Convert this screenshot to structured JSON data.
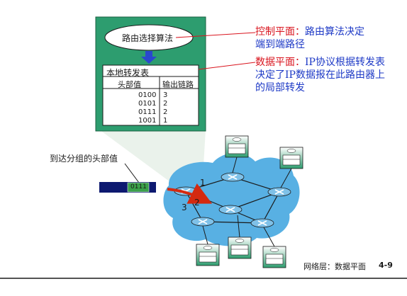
{
  "router_box": {
    "algorithm_label": "路由选择算法",
    "table_title": "本地转发表",
    "col_header": "头部值",
    "col_output": "输出链路",
    "rows": [
      {
        "header": "0100",
        "link": "3"
      },
      {
        "header": "0101",
        "link": "2"
      },
      {
        "header": "0111",
        "link": "2"
      },
      {
        "header": "1001",
        "link": "1"
      }
    ]
  },
  "control_plane": {
    "term": "控制平面：",
    "line1": "路由算法决定",
    "line2": "端到端路径"
  },
  "data_plane": {
    "term": "数据平面：",
    "line1": "IP协议根据转发表",
    "line2": "决定了IP数据报在此路由器上",
    "line3": "的局部转发"
  },
  "packet": {
    "caption": "到达分组的头部值",
    "value": "0111"
  },
  "link_labels": {
    "l1": "1",
    "l2": "2",
    "l3": "3"
  },
  "footer": {
    "chapter": "网络层：数据平面",
    "page": "4-9"
  },
  "colors": {
    "green_box": "#2d9d6f",
    "cloud": "#58b0e3",
    "router": "#7fc1e8",
    "control_red": "#d9141e",
    "data_blue": "#1d39c6",
    "arrow_blue": "#2a48ce",
    "packet_navy": "#0d1970",
    "packet_green": "#3aa04a",
    "packet_arrow": "#d42a10"
  }
}
